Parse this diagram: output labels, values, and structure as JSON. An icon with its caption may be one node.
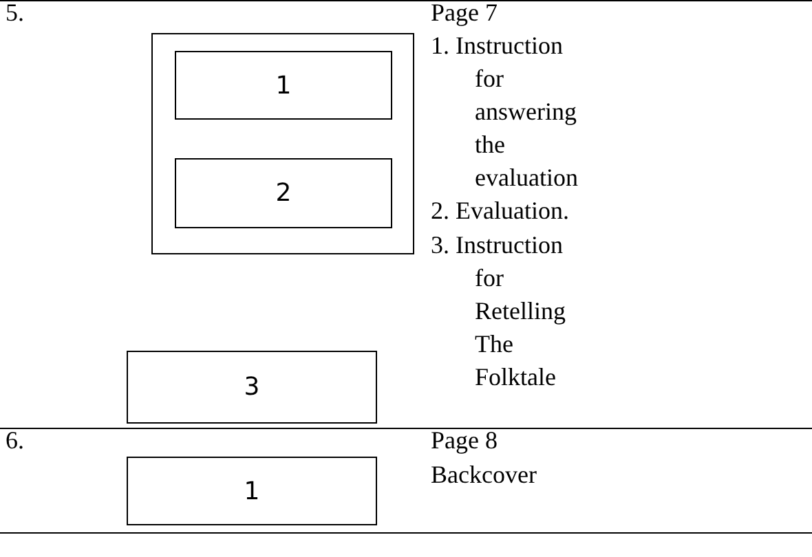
{
  "diagram": {
    "nodes": [
      {
        "text": [],
        "shape": "box"
      },
      {
        "text": [
          "1"
        ],
        "in": 0
      },
      {
        "text": [
          "2"
        ],
        "in": 0
      },
      {
        "text": [
          "3"
        ]
      },
      {
        "text": [
          "1"
        ]
      }
    ],
    "labels": [
      "5.",
      "Page 7",
      "1. Instruction for answering the evaluation",
      "2. Evaluation.",
      "3. Instruction for Retelling The Folktale",
      "6.",
      "Page 8",
      "Backcover"
    ]
  }
}
